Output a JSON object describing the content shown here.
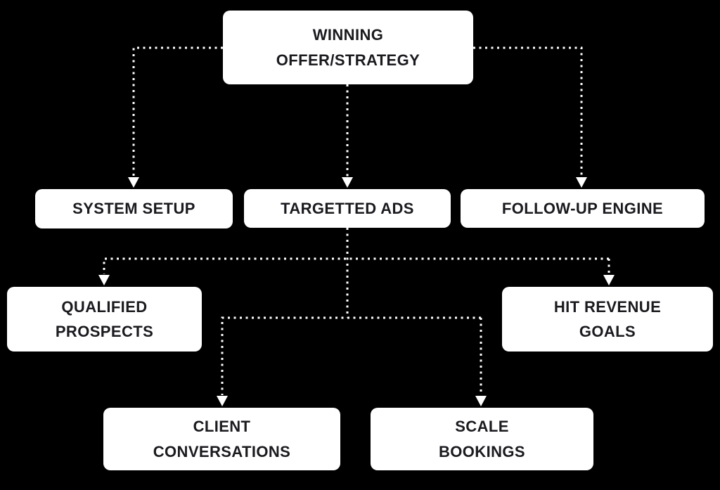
{
  "diagram": {
    "colors": {
      "bg": "#000000",
      "node_bg": "#ffffff",
      "node_text": "#1a1a1f",
      "line": "#ffffff"
    },
    "nodes": {
      "winning_offer": {
        "label": "WINNING\nOFFER/STRATEGY"
      },
      "system_setup": {
        "label": "SYSTEM SETUP"
      },
      "targetted_ads": {
        "label": "TARGETTED ADS"
      },
      "follow_up_engine": {
        "label": "FOLLOW-UP ENGINE"
      },
      "qualified_prospects": {
        "label": "QUALIFIED\nPROSPECTS"
      },
      "hit_revenue_goals": {
        "label": "HIT REVENUE\nGOALS"
      },
      "client_conversations": {
        "label": "CLIENT\nCONVERSATIONS"
      },
      "scale_bookings": {
        "label": "SCALE\nBOOKINGS"
      }
    },
    "edges": [
      {
        "from": "winning_offer",
        "to": "system_setup"
      },
      {
        "from": "winning_offer",
        "to": "targetted_ads"
      },
      {
        "from": "winning_offer",
        "to": "follow_up_engine"
      },
      {
        "from": "targetted_ads",
        "to": "qualified_prospects"
      },
      {
        "from": "targetted_ads",
        "to": "hit_revenue_goals"
      },
      {
        "from": "targetted_ads",
        "to": "client_conversations"
      },
      {
        "from": "targetted_ads",
        "to": "scale_bookings"
      }
    ]
  }
}
